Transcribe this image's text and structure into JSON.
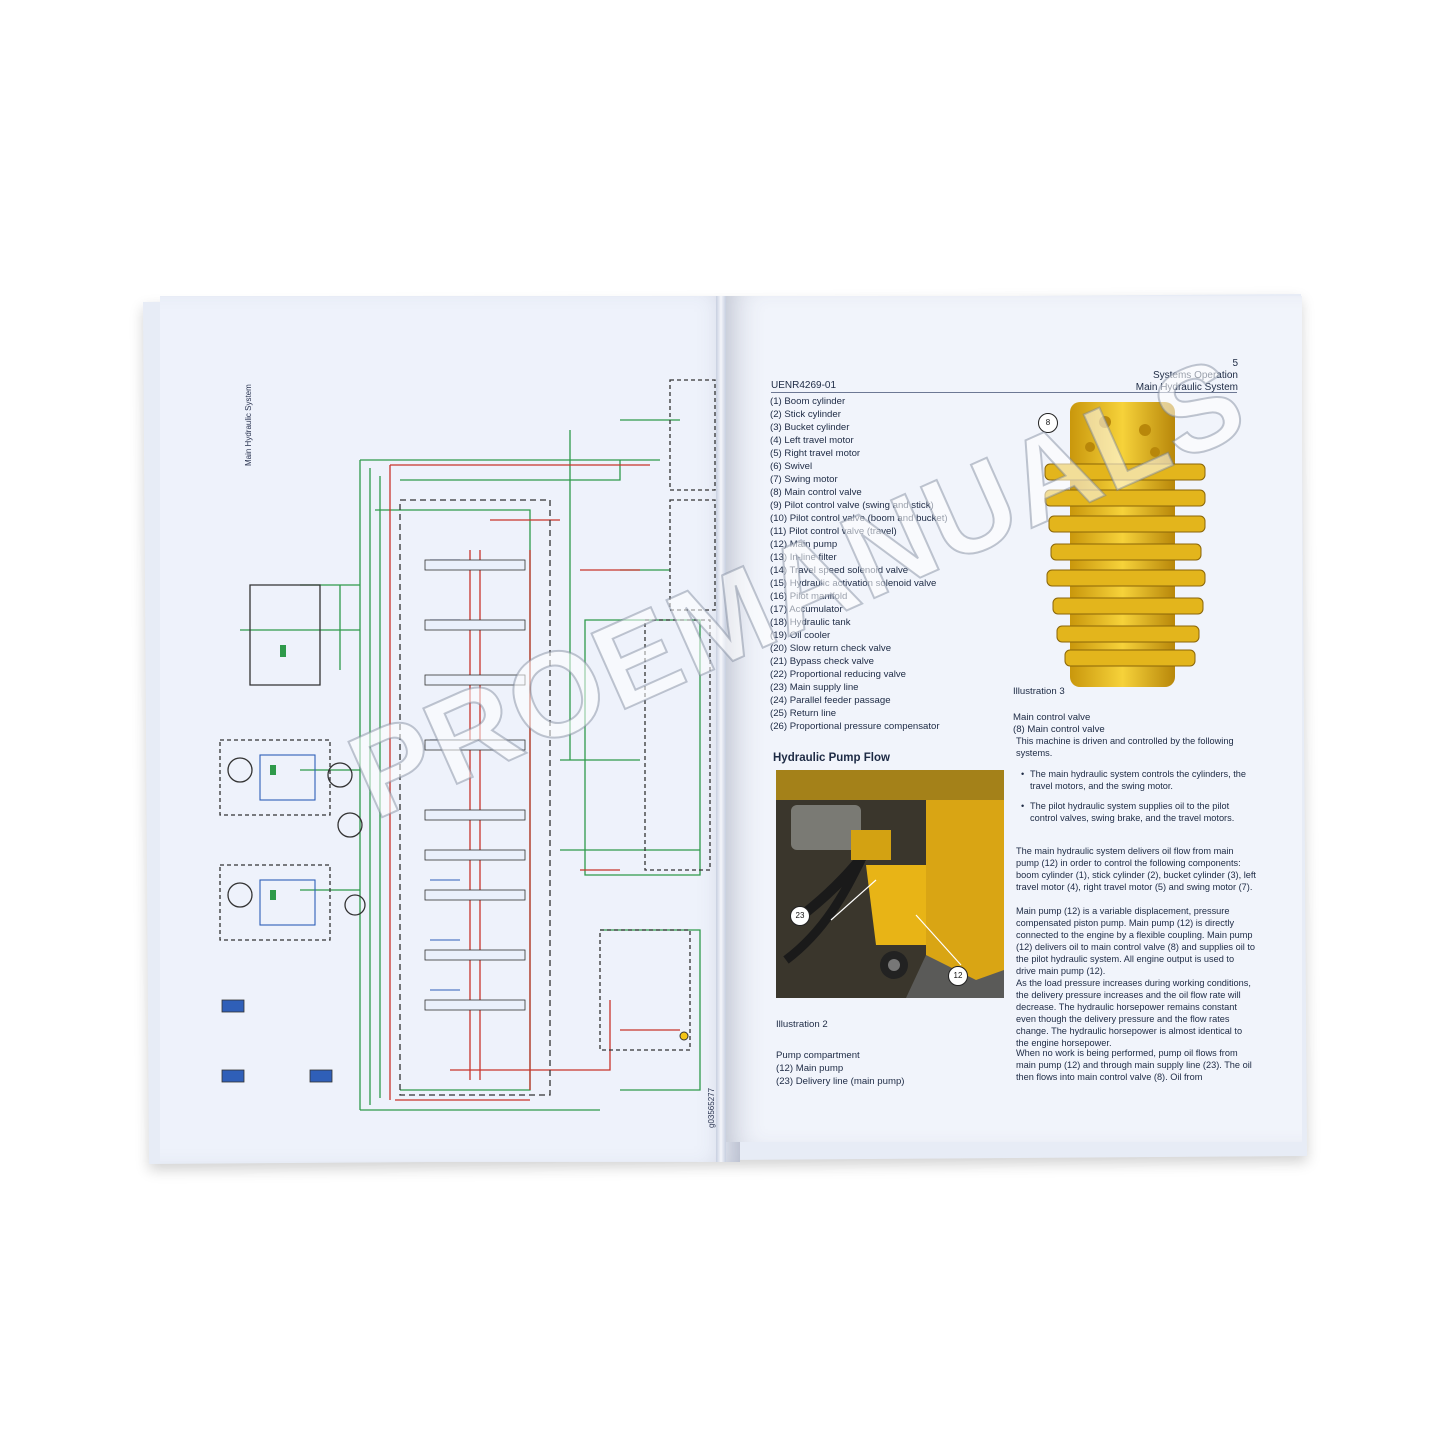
{
  "left_page": {
    "side_title": "Main Hydraulic System",
    "figure_code": "g03565277"
  },
  "right_page": {
    "page_number": "5",
    "section": "Systems Operation",
    "subsection": "Main Hydraulic System",
    "doc_id": "UENR4269-01",
    "legend": [
      "(1) Boom cylinder",
      "(2) Stick cylinder",
      "(3) Bucket cylinder",
      "(4) Left travel motor",
      "(5) Right travel motor",
      "(6) Swivel",
      "(7) Swing motor",
      "(8) Main control valve",
      "(9) Pilot control valve (swing and stick)",
      "(10) Pilot control valve (boom and bucket)",
      "(11) Pilot control valve (travel)",
      "(12) Main pump",
      "(13) In-line filter",
      "(14) Travel speed solenoid valve",
      "(15) Hydraulic activation solenoid valve",
      "(16) Pilot manifold",
      "(17) Accumulator",
      "(18) Hydraulic tank",
      "(19) Oil cooler",
      "(20) Slow return check valve",
      "(21) Bypass check valve",
      "(22) Proportional reducing valve",
      "(23) Main supply line",
      "(24) Parallel feeder passage",
      "(25) Return line",
      "(26) Proportional pressure compensator"
    ],
    "illustration3": {
      "callout": "8",
      "label": "Illustration 3",
      "title": "Main control valve",
      "item": "(8) Main control valve"
    },
    "section_title": "Hydraulic Pump Flow",
    "illustration2": {
      "callouts": [
        "23",
        "12"
      ],
      "label": "Illustration 2",
      "title": "Pump compartment",
      "items": [
        "(12) Main pump",
        "(23) Delivery line (main pump)"
      ]
    },
    "intro": "This machine is driven and controlled by the following systems.",
    "bullets": [
      "The main hydraulic system controls the cylinders, the travel motors, and the swing motor.",
      "The pilot hydraulic system supplies oil to the pilot control valves, swing brake, and the travel motors."
    ],
    "para1": "The main hydraulic system delivers oil flow from main pump (12) in order to control the following components: boom cylinder (1), stick cylinder (2), bucket cylinder (3), left travel motor (4), right travel motor (5) and swing motor (7).",
    "para2": "Main pump (12) is a variable displacement, pressure compensated piston pump. Main pump (12) is directly connected to the engine by a flexible coupling. Main pump (12) delivers oil to main control valve (8) and supplies oil to the pilot hydraulic system. All engine output is used to drive main pump (12).",
    "para3": "As the load pressure increases during working conditions, the delivery pressure increases and the oil flow rate will decrease. The hydraulic horsepower remains constant even though the delivery pressure and the flow rates change. The hydraulic horsepower is almost identical to the engine horsepower.",
    "para4": "When no work is being performed, pump oil flows from main pump (12) and through main supply line (23). The oil then flows into main control valve (8). Oil from"
  },
  "watermark": "PROEMANUALS",
  "colors": {
    "page": "#eef2fb",
    "green_line": "#2e9a4a",
    "red_line": "#c8342b",
    "blue_part": "#2f5fb8",
    "valve_yellow": "#f2c418"
  }
}
